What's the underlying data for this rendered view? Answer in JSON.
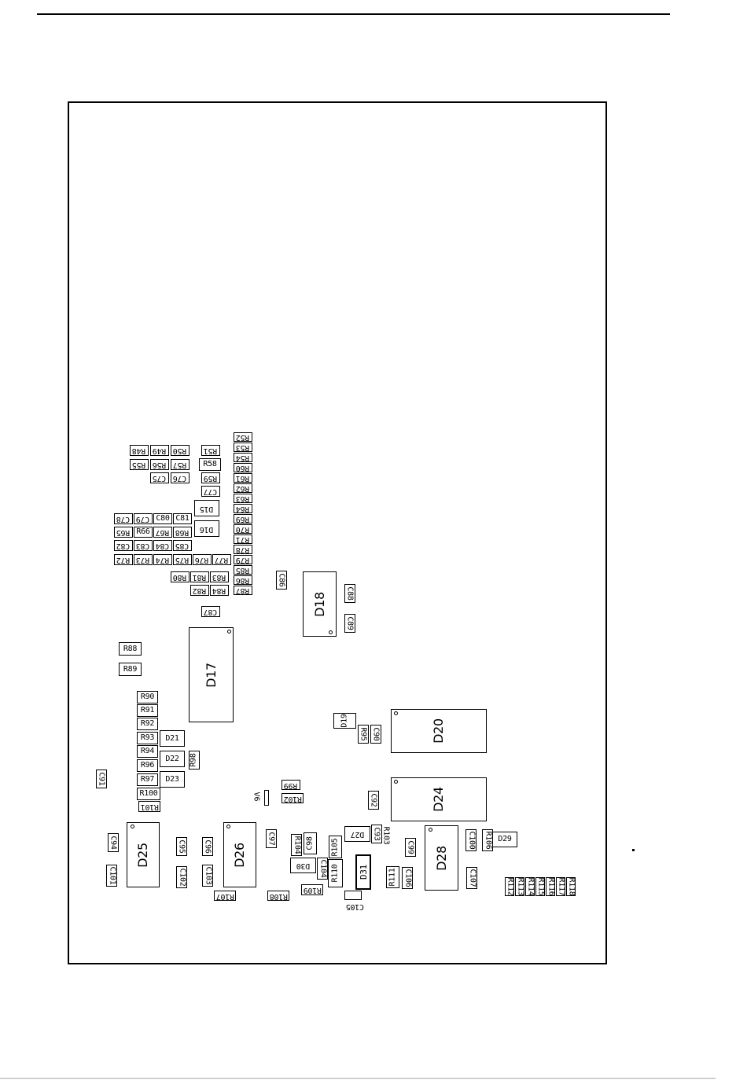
{
  "sheet": {
    "ics": {
      "d17": "D17",
      "d18": "D18",
      "d20": "D20",
      "d24": "D24",
      "d25": "D25",
      "d26": "D26",
      "d28": "D28",
      "d31": "D31"
    },
    "diodes": {
      "d15": "D15",
      "d16": "D16",
      "d19": "D19",
      "d21": "D21",
      "d22": "D22",
      "d23": "D23",
      "d27": "D27",
      "d29": "D29",
      "d30": "D30"
    },
    "resistors": {
      "r48": "R48",
      "r49": "R49",
      "r50": "R50",
      "r51": "R51",
      "r52": "R52",
      "r53": "R53",
      "r54": "R54",
      "r55": "R55",
      "r56": "R56",
      "r57": "R57",
      "r58": "R58",
      "r59": "R59",
      "r60": "R60",
      "r61": "R61",
      "r62": "R62",
      "r63": "R63",
      "r64": "R64",
      "r65": "R65",
      "r66": "R66",
      "r67": "R67",
      "r68": "R68",
      "r69": "R69",
      "r70": "R70",
      "r71": "R71",
      "r72": "R72",
      "r73": "R73",
      "r74": "R74",
      "r75": "R75",
      "r76": "R76",
      "r77": "R77",
      "r78": "R78",
      "r79": "R79",
      "r80": "R80",
      "r81": "R81",
      "r82": "R82",
      "r83": "R83",
      "r84": "R84",
      "r85": "R85",
      "r86": "R86",
      "r87": "R87",
      "r88": "R88",
      "r89": "R89",
      "r90": "R90",
      "r91": "R91",
      "r92": "R92",
      "r93": "R93",
      "r94": "R94",
      "r95": "R95",
      "r96": "R96",
      "r97": "R97",
      "r98": "R98",
      "r99": "R99",
      "r100": "R100",
      "r101": "R101",
      "r102": "R102",
      "r103": "R103",
      "r104": "R104",
      "r105": "R105",
      "r106": "R106",
      "r107": "R107",
      "r108": "R108",
      "r109": "R109",
      "r110": "R110",
      "r111": "R111",
      "r112": "R112",
      "r113": "R113",
      "r114": "R114",
      "r115": "R115",
      "r116": "R116",
      "r117": "R117",
      "r118": "R118"
    },
    "capacitors": {
      "c75": "C75",
      "c76": "C76",
      "c77": "C77",
      "c78": "C78",
      "c79": "C79",
      "c80": "C80",
      "c81": "C81",
      "c82": "C82",
      "c83": "C83",
      "c84": "C84",
      "c85": "C85",
      "c86": "C86",
      "c87": "C87",
      "c88": "C88",
      "c89": "C89",
      "c90": "C90",
      "c91": "C91",
      "c92": "C92",
      "c93": "C93",
      "c94": "C94",
      "c95": "C95",
      "c96": "C96",
      "c97": "C97",
      "c98": "C98",
      "c99": "C99",
      "c100": "C100",
      "c101": "C101",
      "c102": "C102",
      "c103": "C103",
      "c104": "C104",
      "c105": "C105",
      "c106": "C106",
      "c107": "C107"
    },
    "misc": {
      "v6": "V6"
    }
  }
}
